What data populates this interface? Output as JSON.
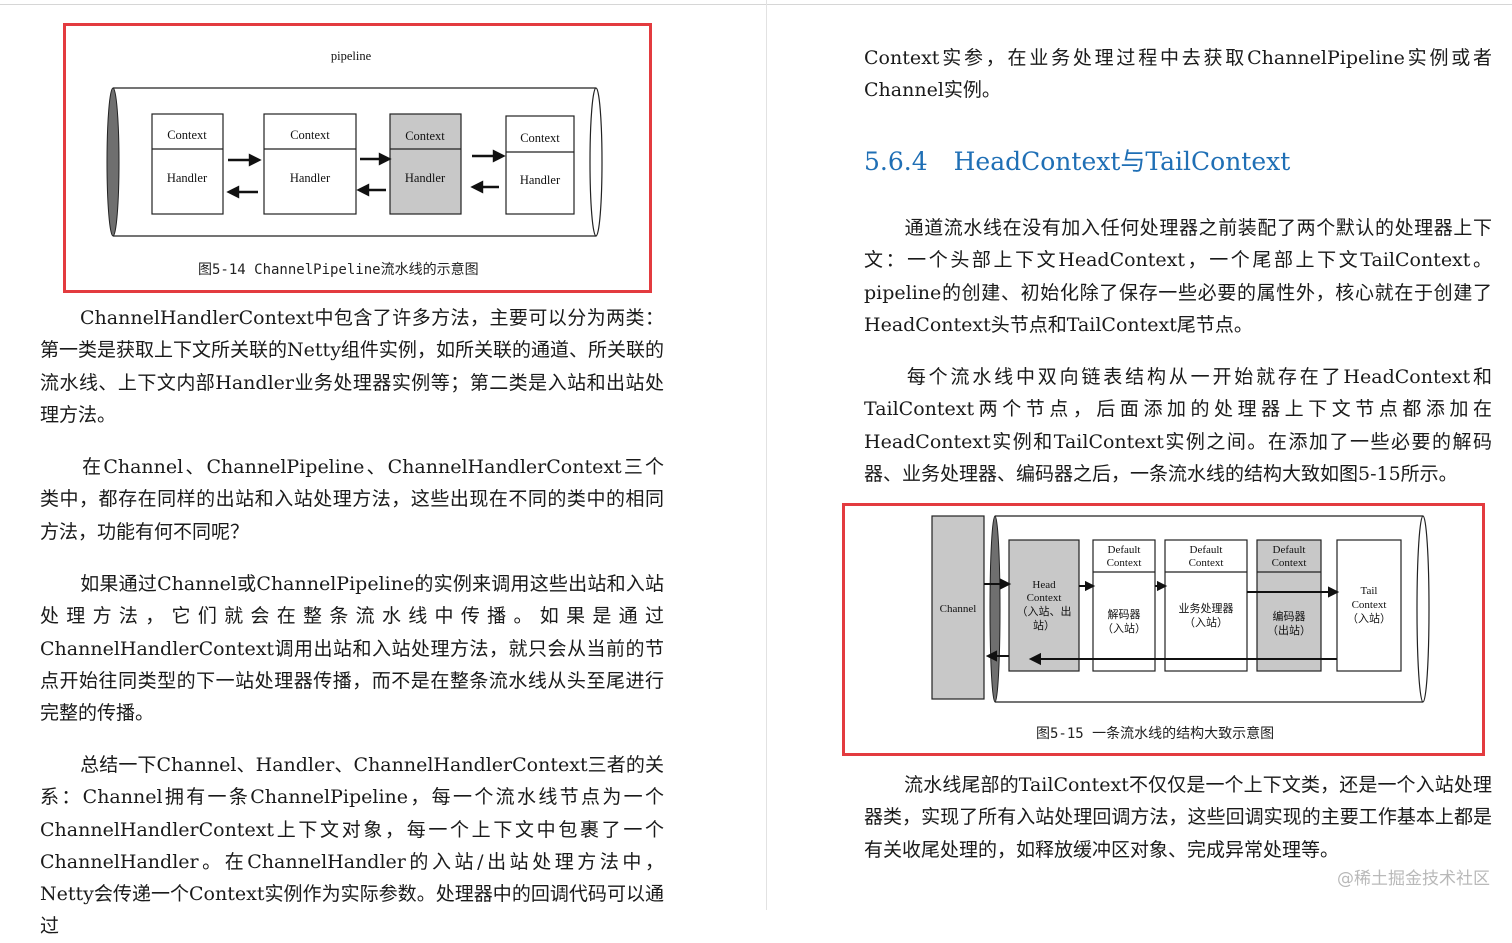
{
  "left": {
    "figure1": {
      "pipeline_label": "pipeline",
      "nodes": [
        {
          "top": "Context",
          "bottom": "Handler"
        },
        {
          "top": "Context",
          "bottom": "Handler"
        },
        {
          "top": "Context",
          "bottom": "Handler"
        },
        {
          "top": "Context",
          "bottom": "Handler"
        }
      ],
      "caption": "图5-14  ChannelPipeline流水线的示意图"
    },
    "paragraphs": [
      "ChannelHandlerContext中包含了许多方法，主要可以分为两类：第一类是获取上下文所关联的Netty组件实例，如所关联的通道、所关联的流水线、上下文内部Handler业务处理器实例等；第二类是入站和出站处理方法。",
      "在Channel、ChannelPipeline、ChannelHandlerContext三个类中，都存在同样的出站和入站处理方法，这些出现在不同的类中的相同方法，功能有何不同呢？",
      "如果通过Channel或ChannelPipeline的实例来调用这些出站和入站处理方法，它们就会在整条流水线中传播。如果是通过ChannelHandlerContext调用出站和入站处理方法，就只会从当前的节点开始往同类型的下一站处理器传播，而不是在整条流水线从头至尾进行完整的传播。",
      "总结一下Channel、Handler、ChannelHandlerContext三者的关系：Channel拥有一条ChannelPipeline，每一个流水线节点为一个ChannelHandlerContext上下文对象，每一个上下文中包裹了一个ChannelHandler。在ChannelHandler的入站/出站处理方法中，Netty会传递一个Context实例作为实际参数。处理器中的回调代码可以通过"
    ]
  },
  "right": {
    "top_paragraph": "Context实参，在业务处理过程中去获取ChannelPipeline实例或者Channel实例。",
    "section_number": "5.6.4",
    "section_title": "HeadContext与TailContext",
    "paragraphs": [
      "通道流水线在没有加入任何处理器之前装配了两个默认的处理器上下文：一个头部上下文HeadContext，一个尾部上下文TailContext。pipeline的创建、初始化除了保存一些必要的属性外，核心就在于创建了HeadContext头节点和TailContext尾节点。",
      "每个流水线中双向链表结构从一开始就存在了HeadContext和TailContext两个节点，后面添加的处理器上下文节点都添加在HeadContext实例和TailContext实例之间。在添加了一些必要的解码器、业务处理器、编码器之后，一条流水线的结构大致如图5-15所示。",
      "流水线尾部的TailContext不仅仅是一个上下文类，还是一个入站处理器类，实现了所有入站处理回调方法，这些回调实现的主要工作基本上都是有关收尾处理的，如释放缓冲区对象、完成异常处理等。"
    ],
    "figure2": {
      "channel": "Channel",
      "head": [
        "Head",
        "Context",
        "（入站、出",
        "站）"
      ],
      "decoder_header": [
        "Default",
        "Context"
      ],
      "decoder_body": [
        "解码器",
        "（入站）"
      ],
      "business_header": [
        "Default",
        "Context"
      ],
      "business_body": [
        "业务处理器",
        "（入站）"
      ],
      "encoder_header": [
        "Default",
        "Context"
      ],
      "encoder_body": [
        "编码器",
        "（出站）"
      ],
      "tail": [
        "Tail",
        "Context",
        "（入站）"
      ],
      "caption": "图5-15   一条流水线的结构大致示意图"
    }
  },
  "watermark": "@稀土掘金技术社区",
  "colors": {
    "accent_heading": "#1f6fb5",
    "figure_border": "#e33b3f",
    "gray_node": "#c8c8c8"
  }
}
